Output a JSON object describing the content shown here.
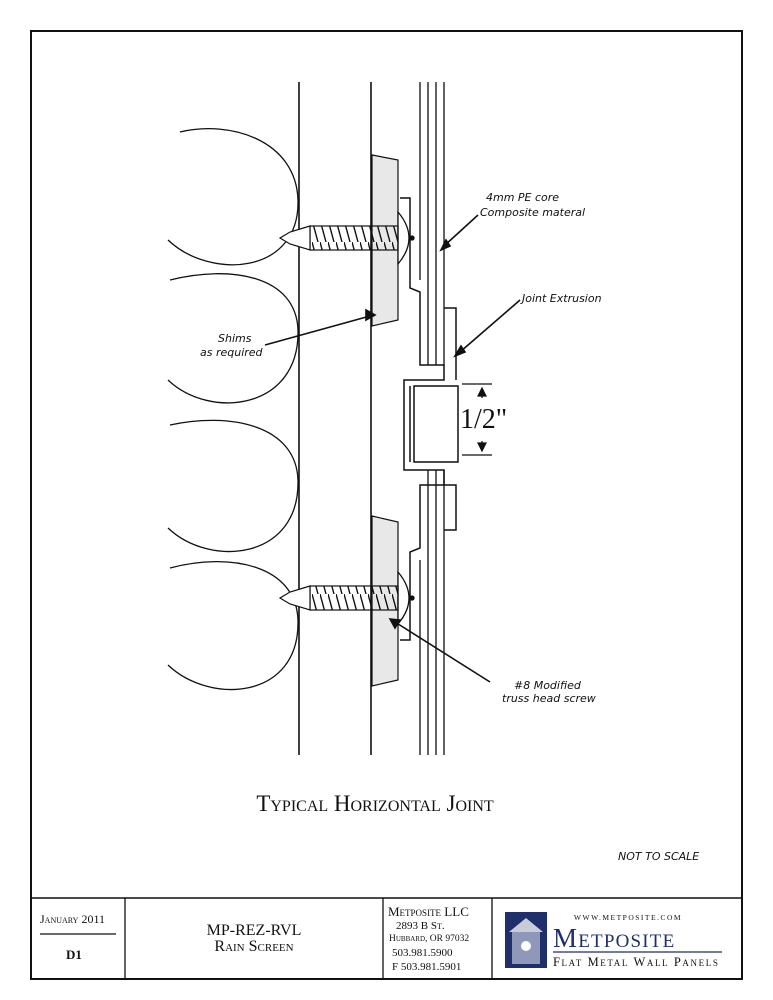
{
  "drawing": {
    "title": "Typical Horizontal Joint",
    "scale_note": "NOT TO SCALE",
    "dimension_label": "1/2\"",
    "callouts": {
      "core": [
        "4mm PE core",
        "Composite materal"
      ],
      "joint": "Joint Extrusion",
      "shims": [
        "Shims",
        "as required"
      ],
      "screw": [
        "#8 Modified",
        "truss head screw"
      ]
    }
  },
  "title_block": {
    "date": "January 2011",
    "sheet": "D1",
    "drawing_no": "MP-REZ-RVL",
    "drawing_name": "Rain Screen",
    "company": "Metposite LLC",
    "address1": "2893 B St.",
    "address2": "Hubbard, OR 97032",
    "phone": "503.981.5900",
    "fax": "F 503.981.5901",
    "logo": {
      "url": "WWW.METPOSITE.COM",
      "brand": "Metposite",
      "tagline": "Flat Metal Wall Panels",
      "accent": "#1f2f6b"
    }
  }
}
